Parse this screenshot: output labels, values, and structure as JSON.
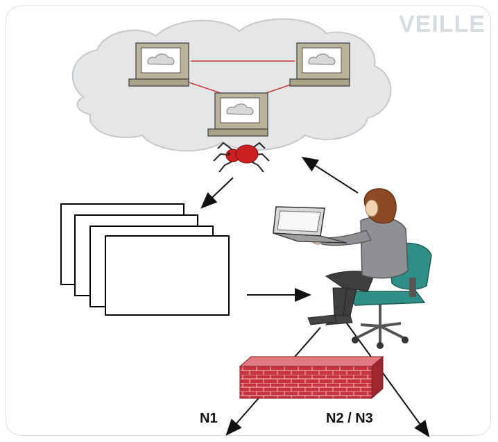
{
  "diagram": {
    "title": "VEILLE",
    "labels": {
      "n1": "N1",
      "n2n3": "N2 / N3"
    }
  },
  "icons": [
    "cloud-icon",
    "computer-icon",
    "spider-bot-icon",
    "documents-stack-icon",
    "person-at-laptop-icon",
    "firewall-icon"
  ],
  "colors": {
    "cloud_fill": "#e4e6e8",
    "link_line": "#cc3333",
    "firewall": "#c8323c",
    "spider": "#cc1f1f",
    "chair": "#2f8f87"
  }
}
